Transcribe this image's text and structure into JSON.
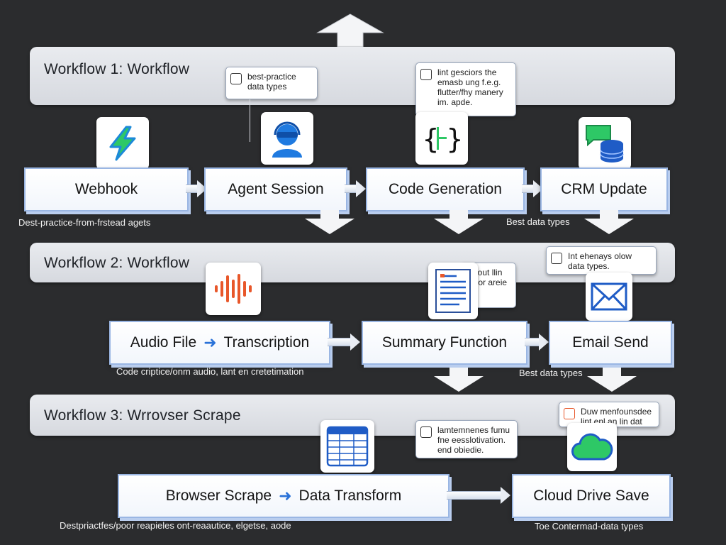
{
  "workflows": [
    {
      "title": "Workflow 1: Workflow",
      "nodes": [
        {
          "label": "Webhook"
        },
        {
          "label": "Agent Session"
        },
        {
          "label": "Code Generation"
        },
        {
          "label": "CRM Update"
        }
      ],
      "notes": [
        "Dest-practice-from-frstead agets",
        "Best data types"
      ],
      "callouts": [
        "best-practice data types",
        "lint gesciors the emasb ung f.e.g. flutter/fhy manery im. apde."
      ]
    },
    {
      "title": "Workflow 2: Workflow",
      "nodes": [
        {
          "label_a": "Audio File",
          "label_b": "Transcription"
        },
        {
          "label": "Summary Function"
        },
        {
          "label": "Email Send"
        }
      ],
      "notes": [
        "Code criptice/onm audio, lant en cretetimation",
        "Best data types"
      ],
      "callouts": [
        "cdout llin poor areie",
        "Int ehenays olow data types."
      ]
    },
    {
      "title": "Workflow 3: Wrrovser Scrape",
      "nodes": [
        {
          "label_a": "Browser Scrape",
          "label_b": "Data Transform"
        },
        {
          "label": "Cloud Drive Save"
        }
      ],
      "notes": [
        "Destpriactfes/poor reapieles ont-reaautice, elgetse, aode",
        "Toe Contermad-data types"
      ],
      "callouts": [
        "lamtemnenes fumu fne eesslotivation. end obiedie.",
        "Duw menfounsdee lint enl an lin dat ays"
      ]
    }
  ],
  "colors": {
    "background": "#2b2c2e",
    "node_border": "#9ab6e3",
    "accent_blue": "#2a72d8",
    "accent_green": "#2ec866",
    "accent_orange": "#e8572a"
  },
  "icons": [
    "lightning-icon",
    "agent-headset-icon",
    "code-braces-icon",
    "crm-database-icon",
    "audio-wave-icon",
    "document-icon",
    "email-icon",
    "spreadsheet-icon",
    "cloud-icon"
  ]
}
